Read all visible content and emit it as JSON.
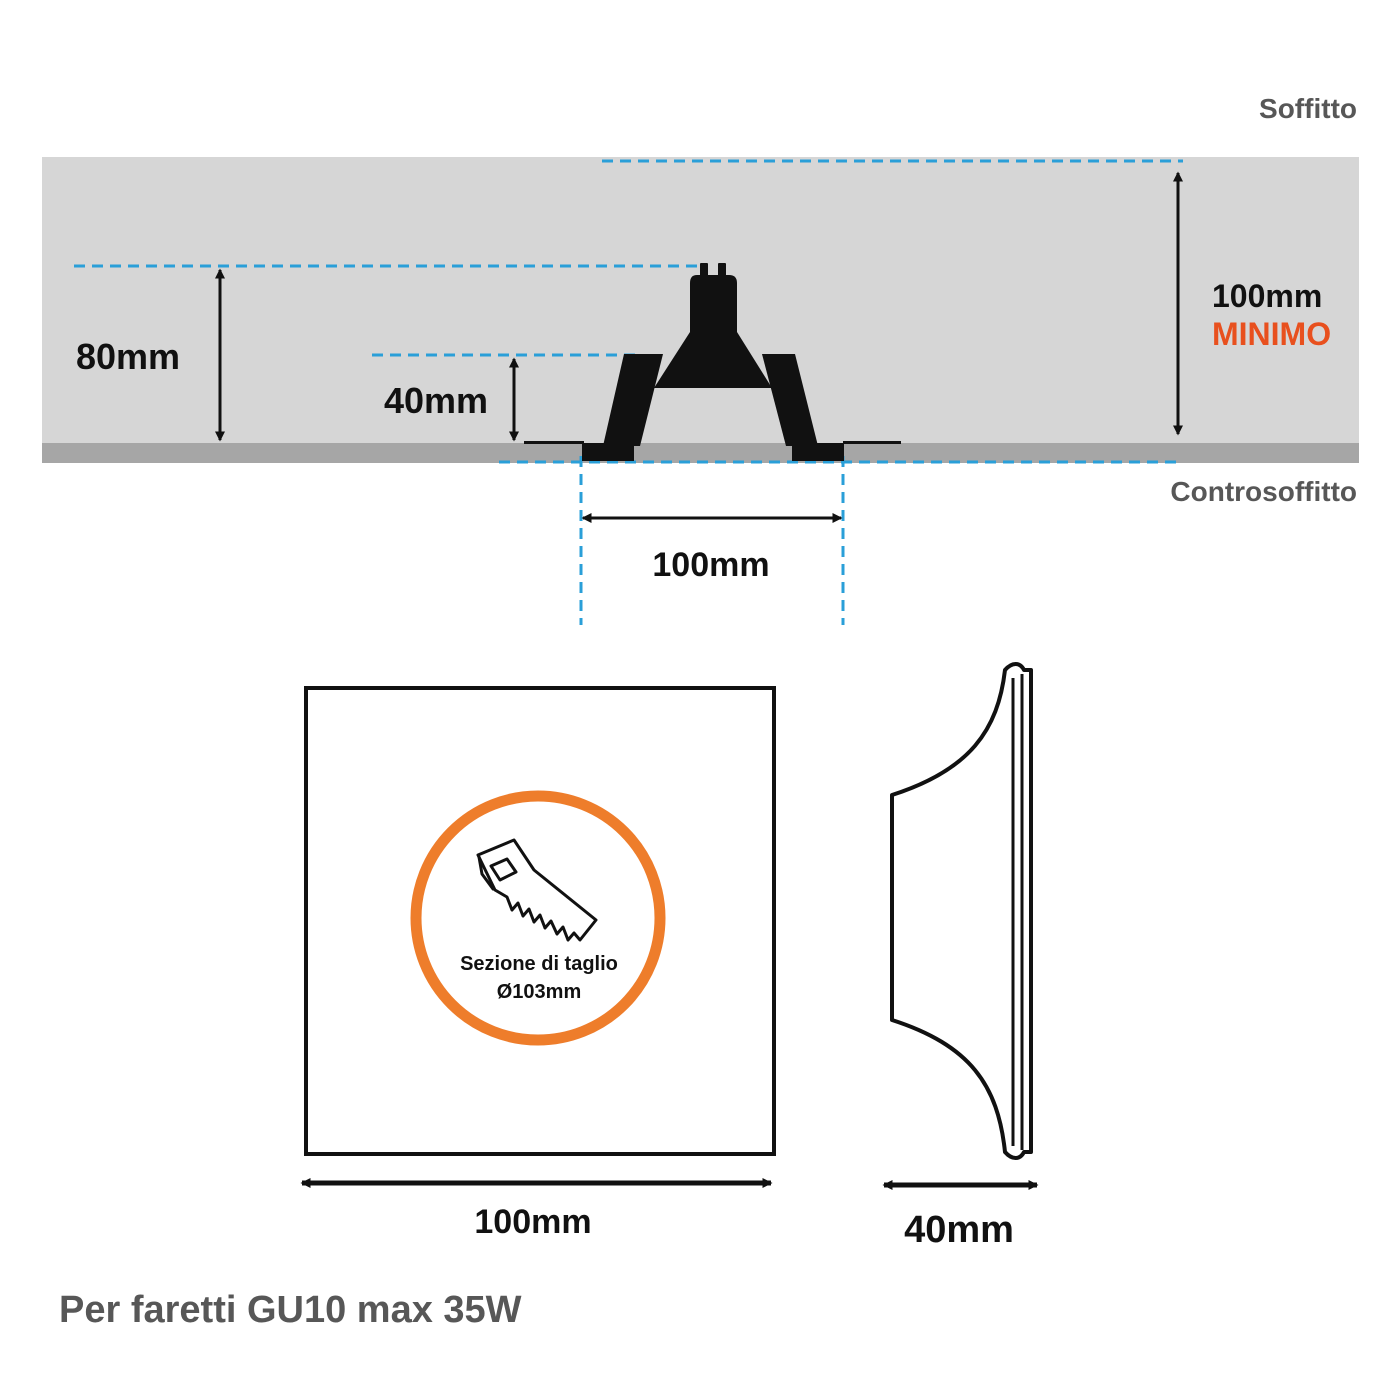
{
  "colors": {
    "ceiling_band": "#d6d6d6",
    "false_ceiling_strip": "#a6a6a6",
    "guide_line": "#2a9fd8",
    "accent_text": "#e8501e",
    "cut_circle": "#ee7d2b",
    "grey_text": "#575757",
    "ink": "#111111"
  },
  "labels": {
    "ceiling": "Soffitto",
    "false_ceiling": "Controsoffitto",
    "min_depth_value": "100mm",
    "min_depth_note": "MINIMO",
    "lamp_height": "80mm",
    "frame_depth": "40mm",
    "hole_width": "100mm",
    "front_width": "100mm",
    "side_depth": "40mm",
    "cut_title": "Sezione di taglio",
    "cut_diameter": "Ø103mm",
    "footer": "Per faretti GU10 max 35W"
  },
  "icons": {
    "arrow": "double-arrow-icon",
    "saw": "hand-saw-icon",
    "lamp": "gu10-lamp-icon"
  }
}
